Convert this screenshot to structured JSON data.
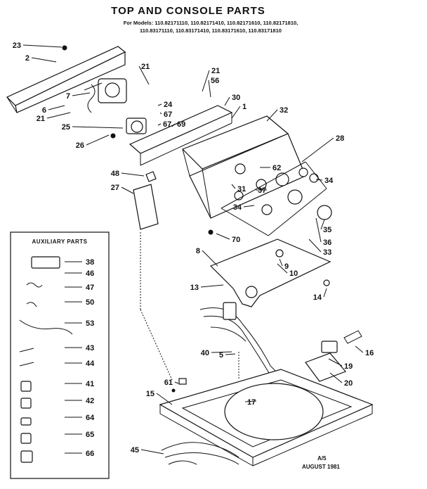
{
  "title": "TOP AND CONSOLE PARTS",
  "models_line1": "For Models: 110.82171110, 110.82171410, 110.82171610, 110.82171810,",
  "models_line2": "110.83171110, 110.83171410, 110.83171610, 110.83171810",
  "aux_title": "AUXILIARY PARTS",
  "footer_line1": "A/5",
  "footer_line2": "AUGUST 1981",
  "main_callouts": [
    "23",
    "2",
    "21",
    "56",
    "21",
    "30",
    "1",
    "32",
    "7",
    "24",
    "67",
    "6",
    "67",
    "69",
    "21",
    "25",
    "26",
    "28",
    "62",
    "34",
    "37",
    "31",
    "48",
    "27",
    "34",
    "35",
    "36",
    "70",
    "33",
    "8",
    "9",
    "10",
    "13",
    "14",
    "40",
    "5",
    "19",
    "20",
    "16",
    "61",
    "15",
    "17",
    "45"
  ],
  "aux_callouts": [
    "38",
    "46",
    "47",
    "50",
    "53",
    "43",
    "44",
    "41",
    "42",
    "64",
    "65",
    "66"
  ]
}
